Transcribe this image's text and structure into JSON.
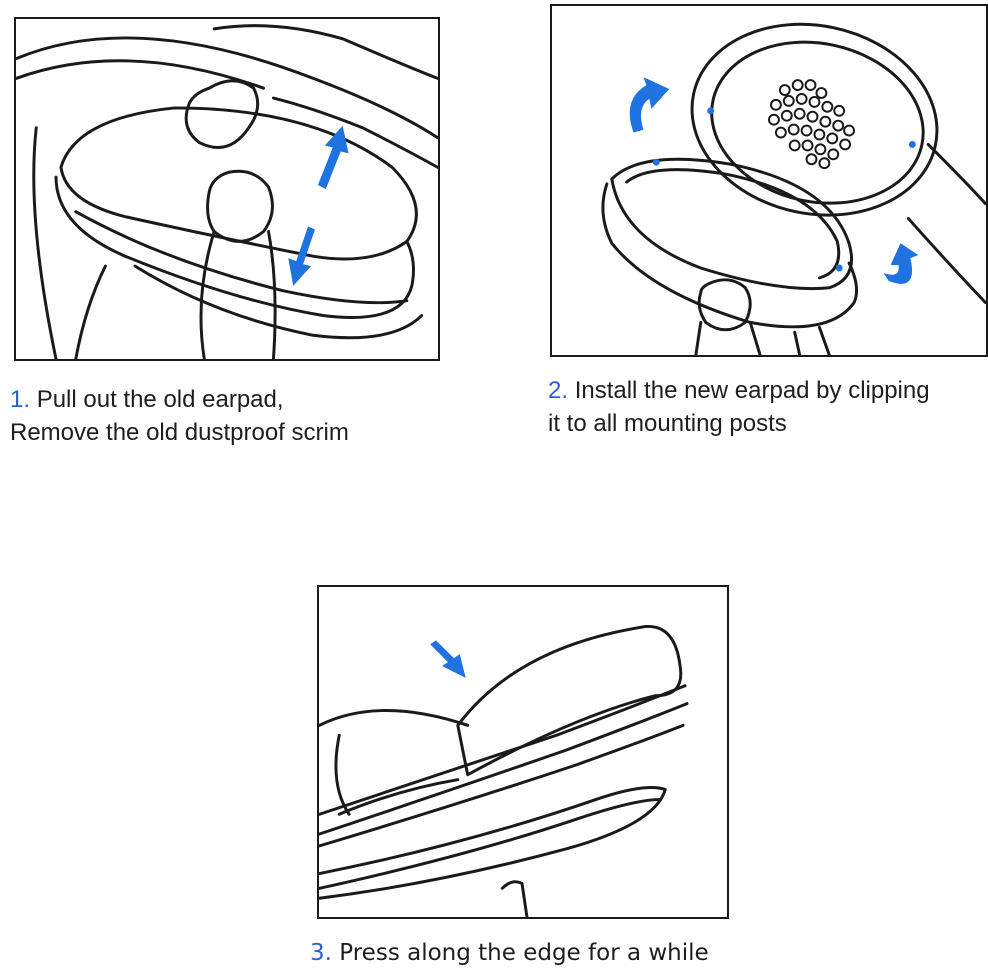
{
  "colors": {
    "arrow": "#1f73e0",
    "line": "#1a1a1a",
    "step_number": "#2b5fd9"
  },
  "steps": [
    {
      "number": "1.",
      "lines": [
        "Pull out the old earpad,",
        "Remove the old dustproof scrim"
      ]
    },
    {
      "number": "2.",
      "lines": [
        "Install the new earpad by clipping",
        "it to all mounting posts"
      ]
    },
    {
      "number": "3.",
      "lines": [
        "Press along the edge for a while"
      ]
    }
  ]
}
